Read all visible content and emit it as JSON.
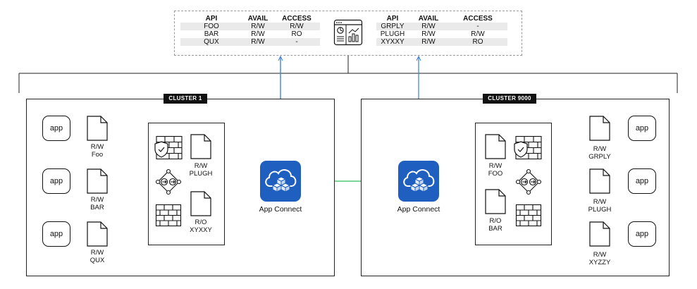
{
  "summary": {
    "left_table": {
      "headers": [
        "API",
        "AVAIL",
        "ACCESS"
      ],
      "rows": [
        [
          "FOO",
          "R/W",
          "R/W"
        ],
        [
          "BAR",
          "R/W",
          "RO"
        ],
        [
          "QUX",
          "R/W",
          "-"
        ]
      ]
    },
    "right_table": {
      "headers": [
        "API",
        "AVAIL",
        "ACCESS"
      ],
      "rows": [
        [
          "GRPLY",
          "R/W",
          "-"
        ],
        [
          "PLUGH",
          "R/W",
          "R/W"
        ],
        [
          "XYXXY",
          "R/W",
          "RO"
        ]
      ]
    }
  },
  "cluster1": {
    "title": "CLUSTER 1",
    "apps": [
      "app",
      "app",
      "app"
    ],
    "docs": [
      {
        "access": "R/W",
        "name": "Foo"
      },
      {
        "access": "R/W",
        "name": "BAR"
      },
      {
        "access": "R/W",
        "name": "QUX"
      }
    ],
    "gateway_docs": [
      {
        "access": "R/W",
        "name": "PLUGH"
      },
      {
        "access": "R/O",
        "name": "XYXXY"
      }
    ],
    "app_connect_label": "App Connect"
  },
  "cluster9000": {
    "title": "CLUSTER 9000",
    "apps": [
      "app",
      "app",
      "app"
    ],
    "docs": [
      {
        "access": "R/W",
        "name": "GRPLY"
      },
      {
        "access": "R/W",
        "name": "PLUGH"
      },
      {
        "access": "R/W",
        "name": "XYZZY"
      }
    ],
    "gateway_docs": [
      {
        "access": "R/W",
        "name": "FOO"
      },
      {
        "access": "R/O",
        "name": "BAR"
      }
    ],
    "app_connect_label": "App Connect"
  },
  "colors": {
    "green": "#2ebd59",
    "blue": "#3b7fd4",
    "appconnect": "#1f5fbf"
  }
}
